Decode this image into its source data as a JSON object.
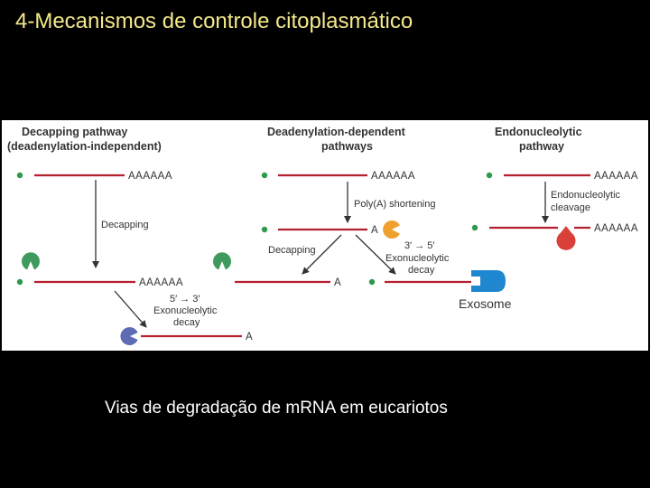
{
  "slide": {
    "title": "4-Mecanismos de controle citoplasmático",
    "caption": "Vias de degradação de mRNA em eucariotos"
  },
  "diagram": {
    "headers": {
      "decapping_line1": "Decapping pathway",
      "decapping_line2": "(deadenylation-independent)",
      "deadenylation_line1": "Deadenylation-dependent",
      "deadenylation_line2": "pathways",
      "endonucleolytic_line1": "Endonucleolytic",
      "endonucleolytic_line2": "pathway"
    },
    "tails": {
      "polya": "AAAAAA",
      "single_a": "A"
    },
    "labels": {
      "decapping_1": "Decapping",
      "decapping_2": "Decapping",
      "polya_shortening": "Poly(A) shortening",
      "exo_53_line1": "5′ → 3′",
      "exo_53_line2": "Exonucleolytic",
      "exo_53_line3": "decay",
      "exo_35_line1": "3′ → 5′",
      "exo_35_line2": "Exonucleolytic",
      "exo_35_line3": "decay",
      "endo_cleavage_line1": "Endonucleolytic",
      "endo_cleavage_line2": "cleavage",
      "exosome": "Exosome"
    },
    "colors": {
      "mrna_line": "#b5202e",
      "cap_dot": "#2e9a4c",
      "decapping_enzyme": "#3f9a5e",
      "exonuclease_53": "#5d6cb3",
      "exonuclease_35": "#f0a02c",
      "endonuclease": "#d9403a",
      "exosome": "#1f86d0",
      "arrow": "#333333"
    }
  }
}
